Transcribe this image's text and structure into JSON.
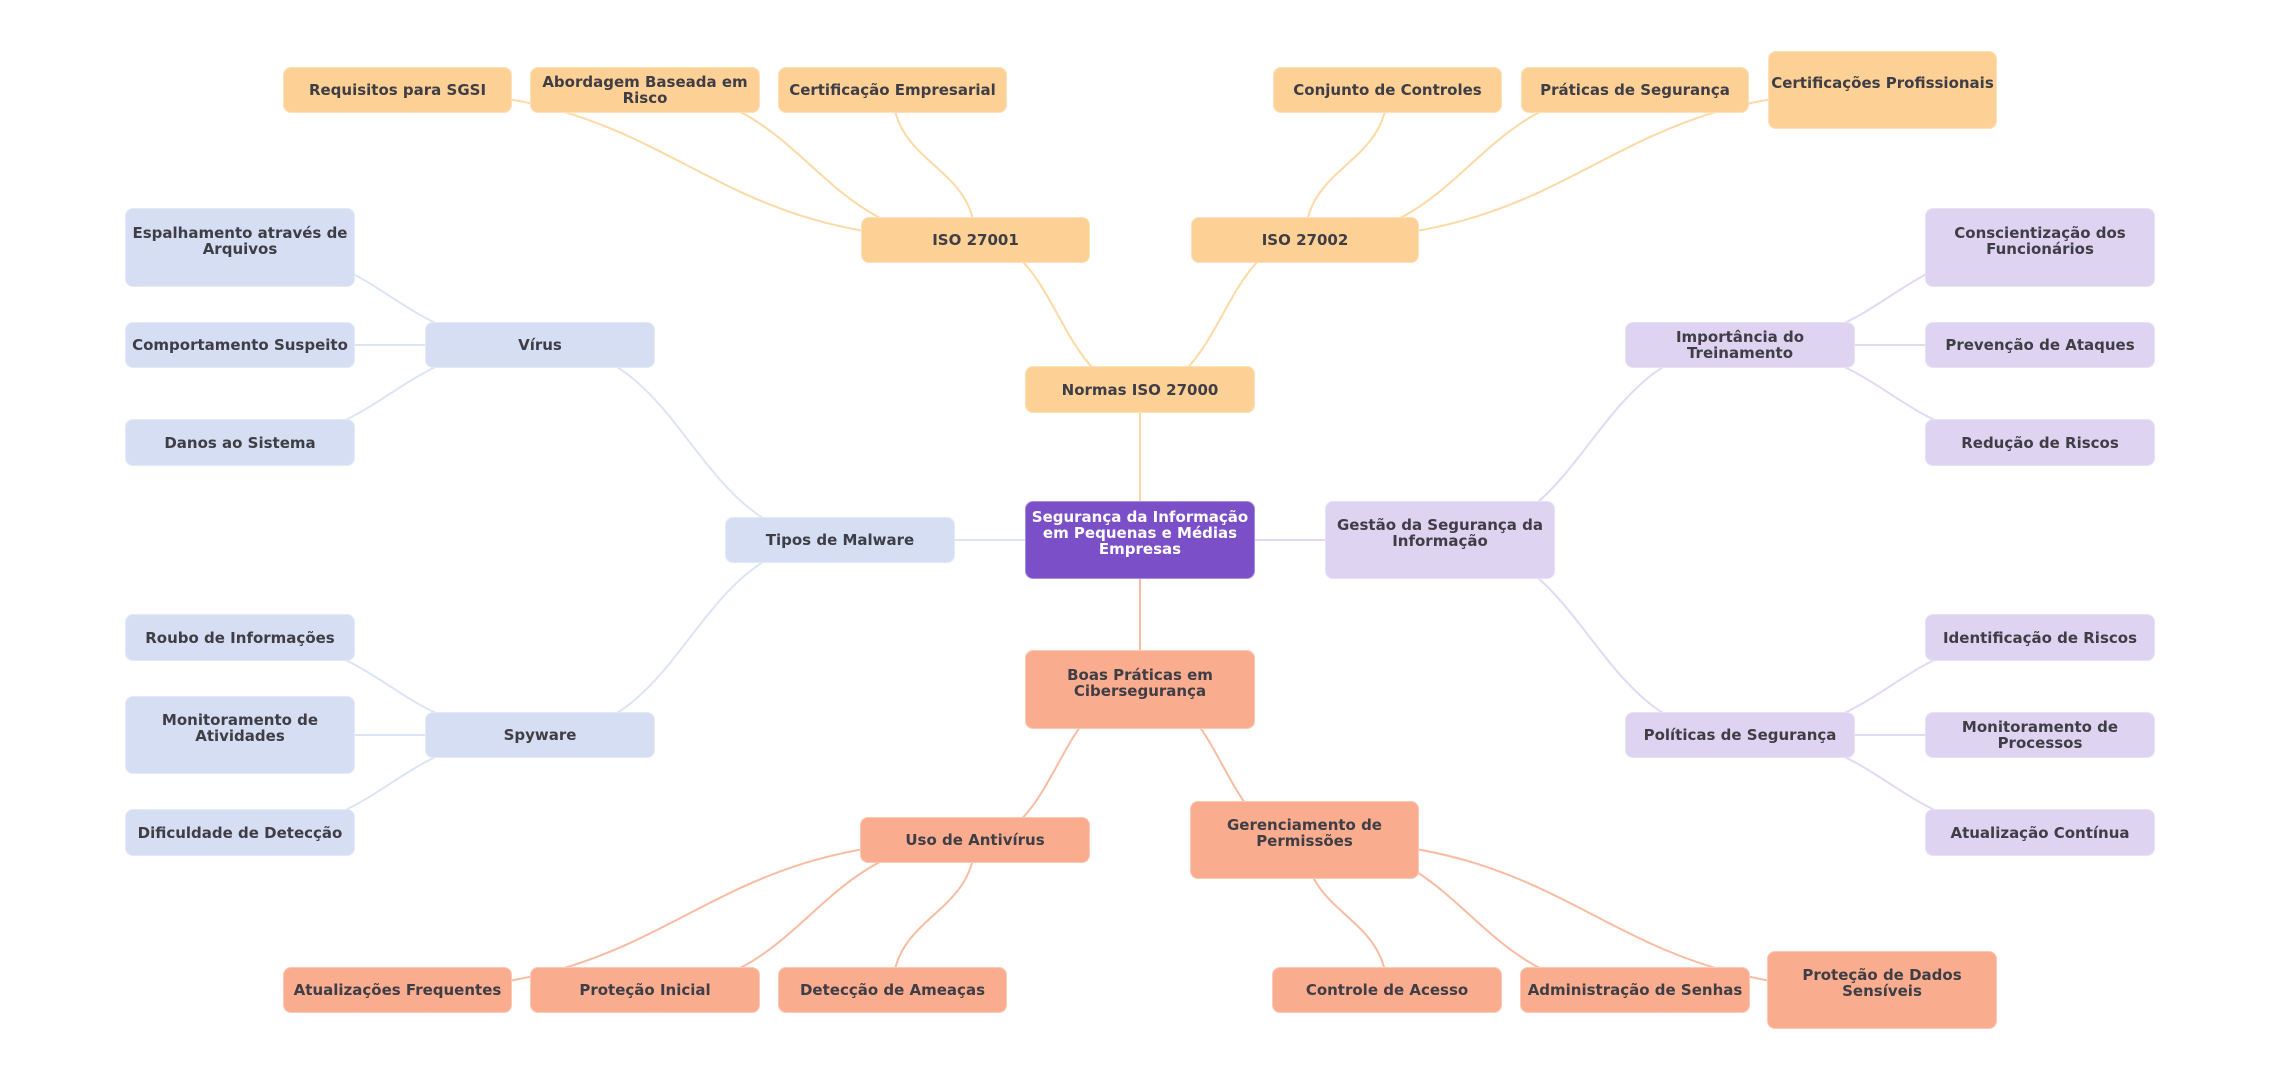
{
  "title": "Segurança da Informação em Pequenas e Médias Empresas",
  "colors": {
    "root": "#7b4fc8",
    "iso": "#fdd095",
    "iso_line": "#fdd9a6",
    "malware": "#d5def2",
    "malware_line": "#dde5f5",
    "gestao": "#ded3f1",
    "gestao_line": "#e3d9f5",
    "praticas": "#f9ad8e",
    "praticas_line": "#f9bca2",
    "text_dark": "#3f3d45",
    "text_light": "#ffffff"
  },
  "nodes": [
    {
      "id": "root",
      "label": "Segurança da Informação em Pequenas e Médias Empresas",
      "branch": "root",
      "parent": null
    },
    {
      "id": "normas",
      "label": "Normas ISO 27000",
      "branch": "iso",
      "parent": "root"
    },
    {
      "id": "iso27001",
      "label": "ISO 27001",
      "branch": "iso",
      "parent": "normas"
    },
    {
      "id": "req_sgsi",
      "label": "Requisitos para SGSI",
      "branch": "iso",
      "parent": "iso27001"
    },
    {
      "id": "abordagem",
      "label": "Abordagem Baseada em Risco",
      "branch": "iso",
      "parent": "iso27001"
    },
    {
      "id": "cert_emp",
      "label": "Certificação Empresarial",
      "branch": "iso",
      "parent": "iso27001"
    },
    {
      "id": "iso27002",
      "label": "ISO 27002",
      "branch": "iso",
      "parent": "normas"
    },
    {
      "id": "conjunto",
      "label": "Conjunto de Controles",
      "branch": "iso",
      "parent": "iso27002"
    },
    {
      "id": "praticas_seg",
      "label": "Práticas de Segurança",
      "branch": "iso",
      "parent": "iso27002"
    },
    {
      "id": "cert_prof",
      "label": "Certificações Profissionais",
      "branch": "iso",
      "parent": "iso27002"
    },
    {
      "id": "malware",
      "label": "Tipos de Malware",
      "branch": "malware",
      "parent": "root"
    },
    {
      "id": "virus",
      "label": "Vírus",
      "branch": "malware",
      "parent": "malware"
    },
    {
      "id": "espalhamento",
      "label": "Espalhamento através de Arquivos",
      "branch": "malware",
      "parent": "virus"
    },
    {
      "id": "comportamento",
      "label": "Comportamento Suspeito",
      "branch": "malware",
      "parent": "virus"
    },
    {
      "id": "danos",
      "label": "Danos ao Sistema",
      "branch": "malware",
      "parent": "virus"
    },
    {
      "id": "spyware",
      "label": "Spyware",
      "branch": "malware",
      "parent": "malware"
    },
    {
      "id": "roubo",
      "label": "Roubo de Informações",
      "branch": "malware",
      "parent": "spyware"
    },
    {
      "id": "monit_ativ",
      "label": "Monitoramento de Atividades",
      "branch": "malware",
      "parent": "spyware"
    },
    {
      "id": "dificuldade",
      "label": "Dificuldade de Detecção",
      "branch": "malware",
      "parent": "spyware"
    },
    {
      "id": "gestao",
      "label": "Gestão da Segurança da Informação",
      "branch": "gestao",
      "parent": "root"
    },
    {
      "id": "treinamento",
      "label": "Importância do Treinamento",
      "branch": "gestao",
      "parent": "gestao"
    },
    {
      "id": "conscientizacao",
      "label": "Conscientização dos Funcionários",
      "branch": "gestao",
      "parent": "treinamento"
    },
    {
      "id": "prevencao",
      "label": "Prevenção de Ataques",
      "branch": "gestao",
      "parent": "treinamento"
    },
    {
      "id": "reducao",
      "label": "Redução de Riscos",
      "branch": "gestao",
      "parent": "treinamento"
    },
    {
      "id": "politicas",
      "label": "Políticas de Segurança",
      "branch": "gestao",
      "parent": "gestao"
    },
    {
      "id": "identificacao",
      "label": "Identificação de Riscos",
      "branch": "gestao",
      "parent": "politicas"
    },
    {
      "id": "monit_proc",
      "label": "Monitoramento de Processos",
      "branch": "gestao",
      "parent": "politicas"
    },
    {
      "id": "atualizacao_cont",
      "label": "Atualização Contínua",
      "branch": "gestao",
      "parent": "politicas"
    },
    {
      "id": "boas",
      "label": "Boas Práticas em Cibersegurança",
      "branch": "praticas",
      "parent": "root"
    },
    {
      "id": "antivirus",
      "label": "Uso de Antivírus",
      "branch": "praticas",
      "parent": "boas"
    },
    {
      "id": "atualizacoes",
      "label": "Atualizações Frequentes",
      "branch": "praticas",
      "parent": "antivirus"
    },
    {
      "id": "protecao_ini",
      "label": "Proteção Inicial",
      "branch": "praticas",
      "parent": "antivirus"
    },
    {
      "id": "deteccao",
      "label": "Detecção de Ameaças",
      "branch": "praticas",
      "parent": "antivirus"
    },
    {
      "id": "permissoes",
      "label": "Gerenciamento de Permissões",
      "branch": "praticas",
      "parent": "boas"
    },
    {
      "id": "controle",
      "label": "Controle de Acesso",
      "branch": "praticas",
      "parent": "permissoes"
    },
    {
      "id": "senhas",
      "label": "Administração de Senhas",
      "branch": "praticas",
      "parent": "permissoes"
    },
    {
      "id": "dados_sens",
      "label": "Proteção de Dados Sensíveis",
      "branch": "praticas",
      "parent": "permissoes"
    }
  ]
}
